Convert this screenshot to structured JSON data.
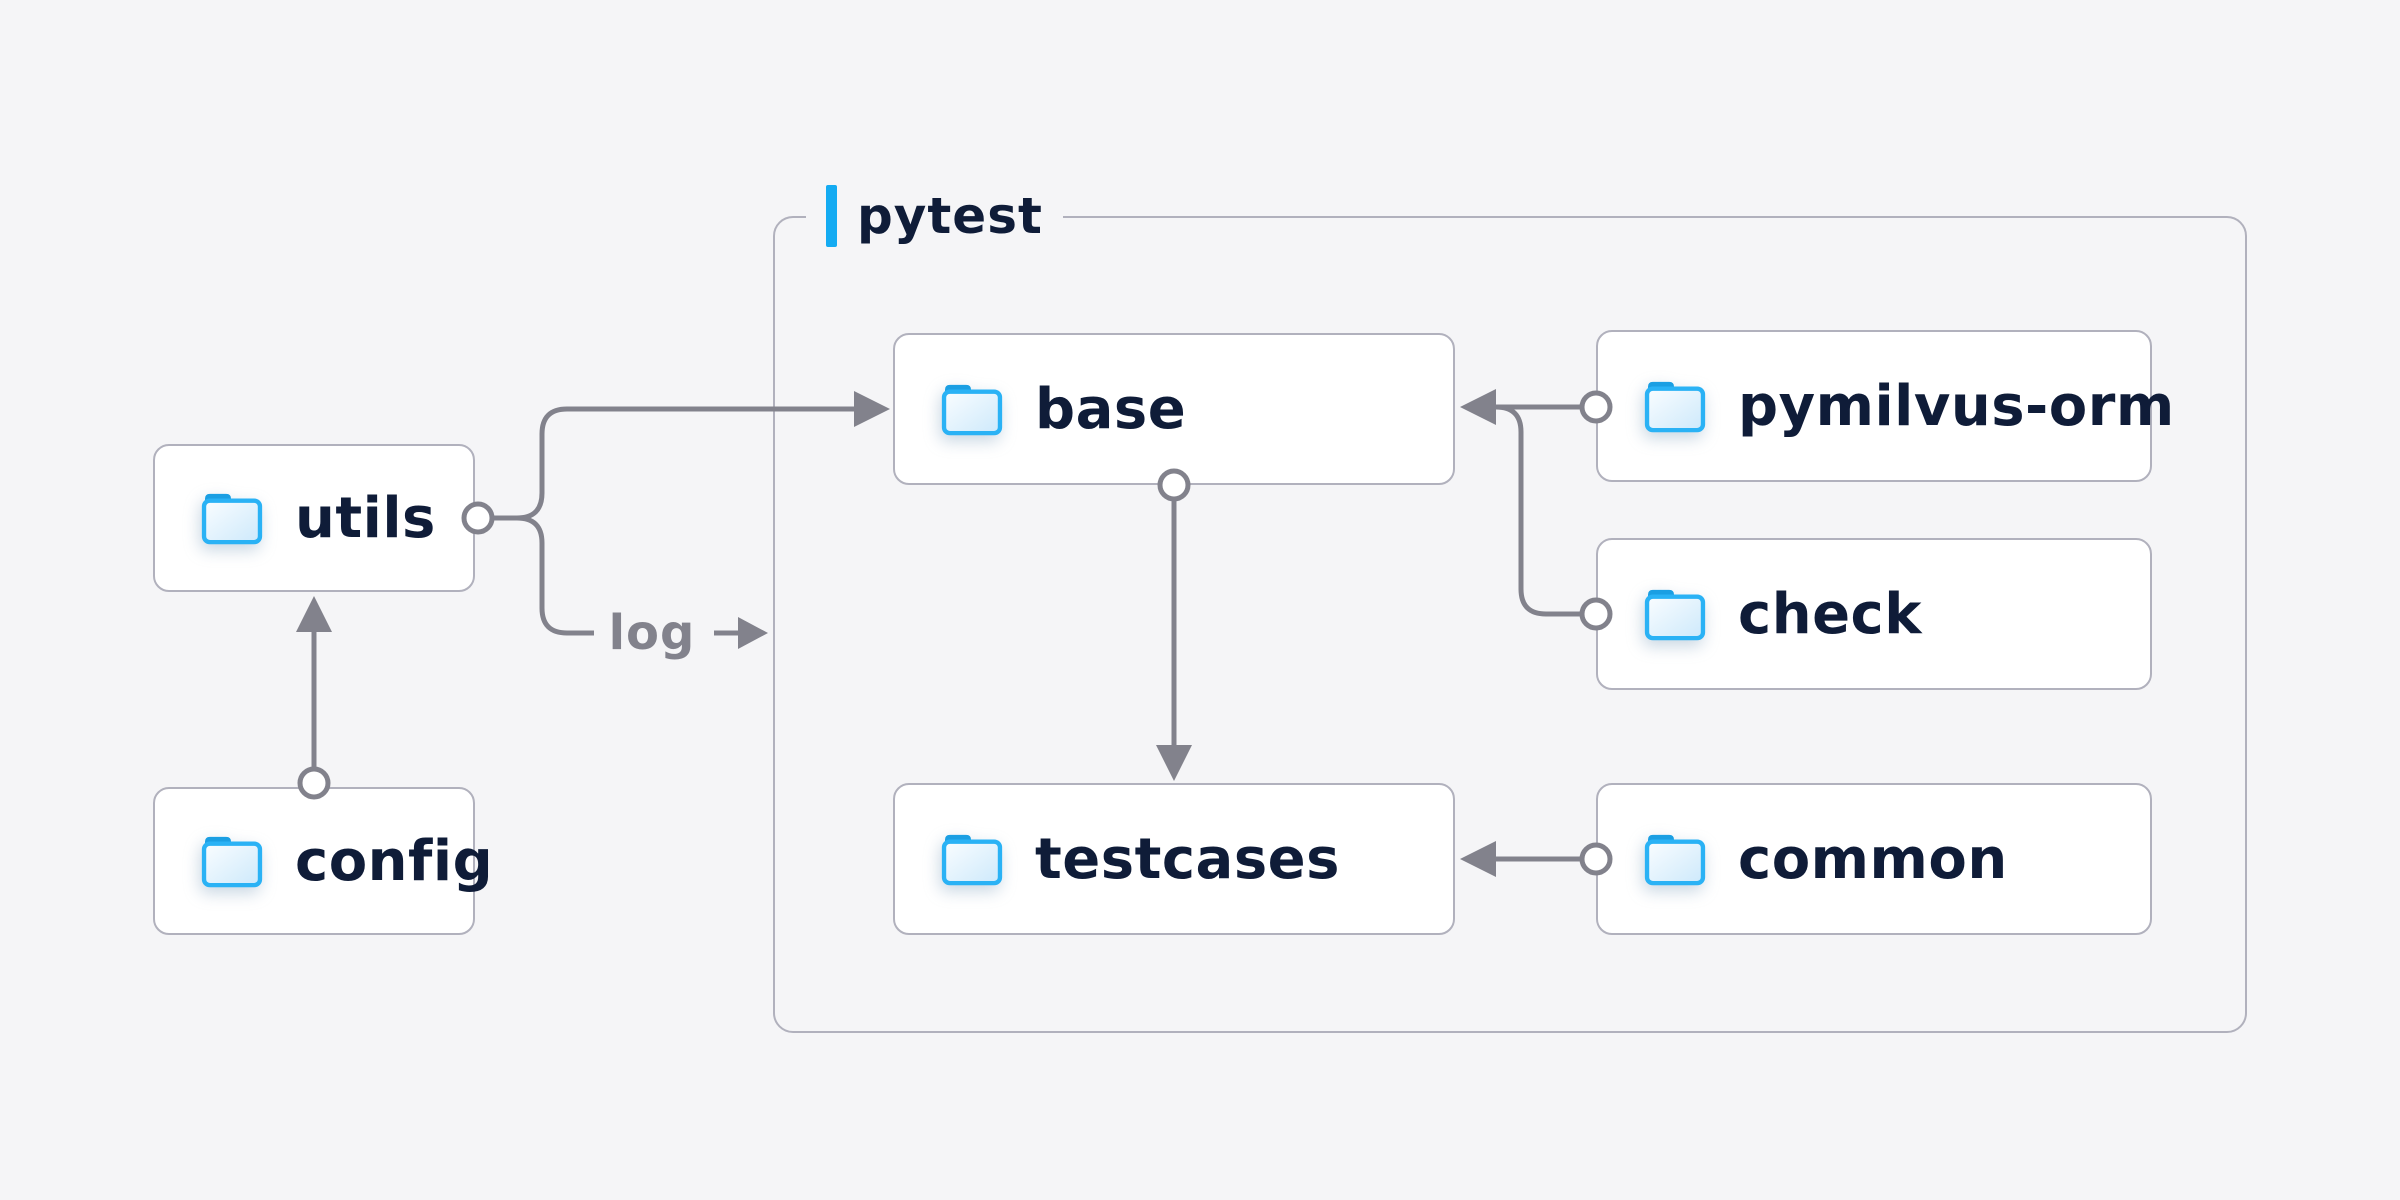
{
  "container": {
    "label": "pytest"
  },
  "nodes": {
    "utils": {
      "label": "utils",
      "icon": "folder-icon"
    },
    "config": {
      "label": "config",
      "icon": "folder-icon"
    },
    "base": {
      "label": "base",
      "icon": "folder-icon"
    },
    "testcases": {
      "label": "testcases",
      "icon": "folder-icon"
    },
    "pymilvus_orm": {
      "label": "pymilvus-orm",
      "icon": "folder-icon"
    },
    "check": {
      "label": "check",
      "icon": "folder-icon"
    },
    "common": {
      "label": "common",
      "icon": "folder-icon"
    }
  },
  "edges": [
    {
      "from": "utils",
      "to": "base"
    },
    {
      "from": "utils",
      "to": "pytest",
      "label": "log"
    },
    {
      "from": "config",
      "to": "utils"
    },
    {
      "from": "base",
      "to": "testcases"
    },
    {
      "from": "pymilvus-orm",
      "to": "base"
    },
    {
      "from": "check",
      "to": "base"
    },
    {
      "from": "common",
      "to": "testcases"
    }
  ],
  "colors": {
    "background": "#f5f5f7",
    "box_bg": "#ffffff",
    "border_gray": "#b1b1bd",
    "connector_gray": "#82828c",
    "text_navy": "#0f1c38",
    "accent_blue": "#14abf2",
    "folder_blue": "#2ab2f5"
  }
}
